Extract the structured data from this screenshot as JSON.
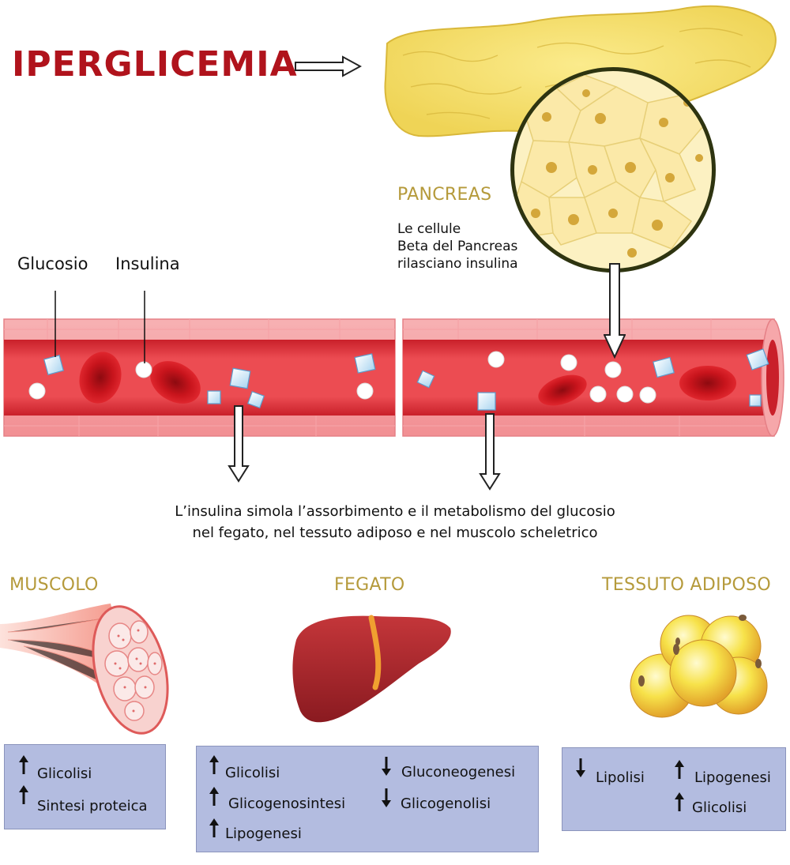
{
  "title": "IPERGLICEMIA",
  "labels": {
    "glucose": "Glucosio",
    "insulin": "Insulina"
  },
  "pancreas": {
    "heading": "PANCREAS",
    "line1": "Le cellule",
    "line2": "Beta del Pancreas",
    "line3": "rilasciano insulina"
  },
  "caption": {
    "line1": "L’insulina simola l’assorbimento e il metabolismo del glucosio",
    "line2": "nel fegato, nel tessuto adiposo e nel muscolo scheletrico"
  },
  "organs": {
    "muscle": {
      "heading": "MUSCOLO",
      "effects": [
        {
          "direction": "up",
          "label": "Glicolisi"
        },
        {
          "direction": "up",
          "label": "Sintesi proteica"
        }
      ]
    },
    "liver": {
      "heading": "FEGATO",
      "effects": [
        {
          "direction": "up",
          "label": "Glicolisi"
        },
        {
          "direction": "up",
          "label": "Glicogenosintesi"
        },
        {
          "direction": "up",
          "label": "Lipogenesi"
        },
        {
          "direction": "down",
          "label": "Gluconeogenesi"
        },
        {
          "direction": "down",
          "label": "Glicogenolisi"
        }
      ]
    },
    "adipose": {
      "heading": "TESSUTO ADIPOSO",
      "effects": [
        {
          "direction": "down",
          "label": "Lipolisi"
        },
        {
          "direction": "up",
          "label": "Lipogenesi"
        },
        {
          "direction": "up",
          "label": "Glicolisi"
        }
      ]
    }
  },
  "colors": {
    "title_red": "#b0131c",
    "gold_heading": "#b59a3b",
    "vessel_red": "#e0393f",
    "effect_box": "#b3bce0"
  },
  "icons": [
    "arrow-up-icon",
    "arrow-down-icon",
    "glucose-cube-icon",
    "insulin-dot-icon",
    "red-blood-cell-icon"
  ]
}
